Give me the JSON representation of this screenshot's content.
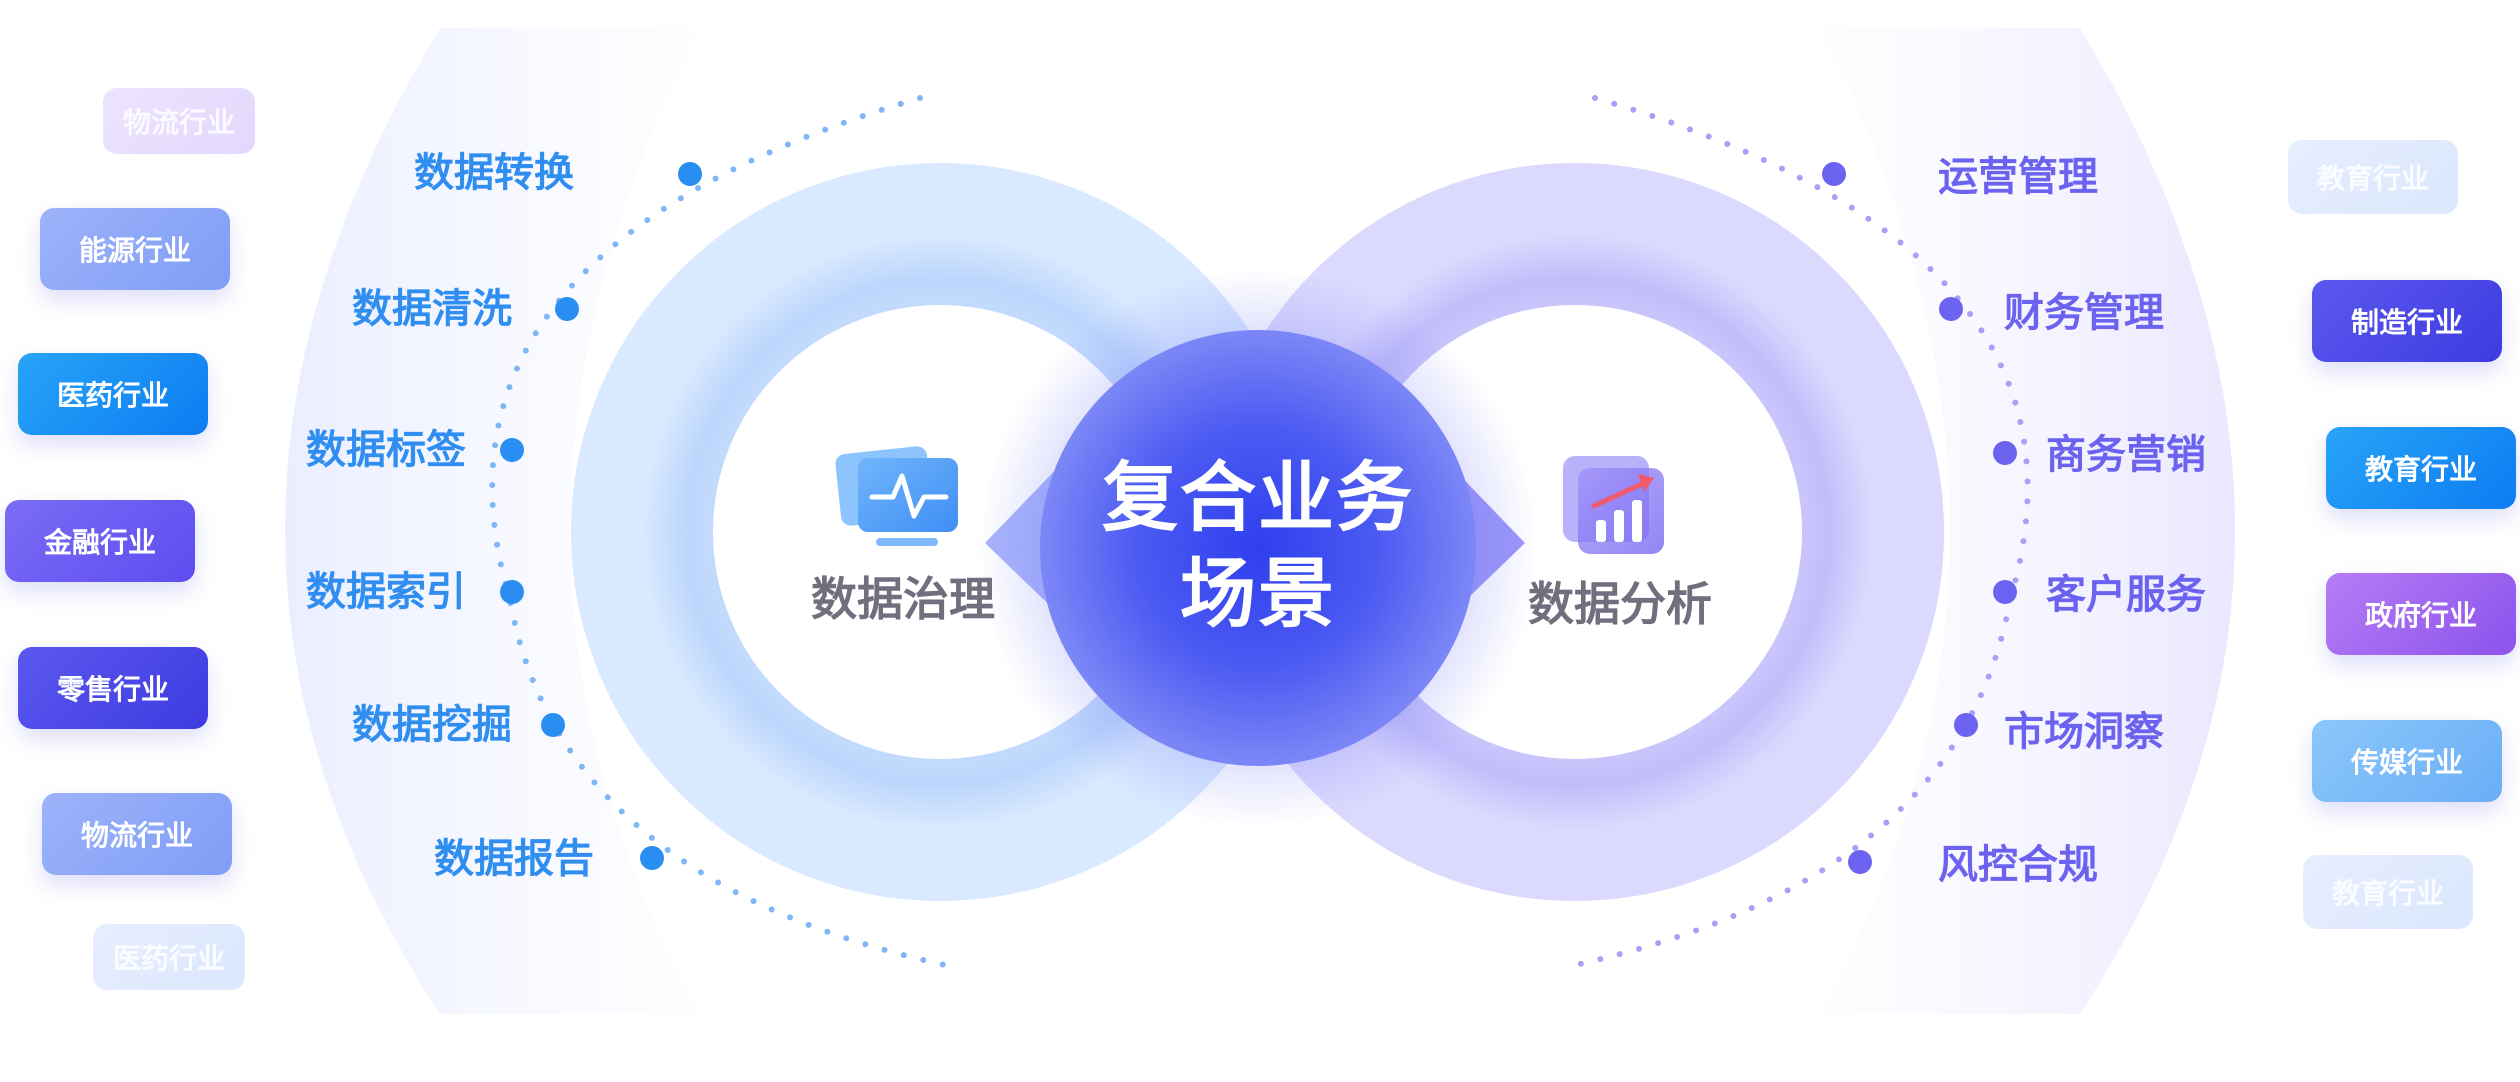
{
  "center": {
    "line1": "复合业务",
    "line2": "场景"
  },
  "left_ring": {
    "title": "数据治理",
    "icon": "monitor-pulse-icon"
  },
  "right_ring": {
    "title": "数据分析",
    "icon": "growth-chart-icon"
  },
  "left_items": [
    "数据转换",
    "数据清洗",
    "数据标签",
    "数据索引",
    "数据挖掘",
    "数据报告"
  ],
  "right_items": [
    "运营管理",
    "财务管理",
    "商务营销",
    "客户服务",
    "市场洞察",
    "风控合规"
  ],
  "left_tags": [
    "物流行业",
    "能源行业",
    "医药行业",
    "金融行业",
    "零售行业",
    "物流行业",
    "医药行业"
  ],
  "right_tags": [
    "教育行业",
    "制造行业",
    "教育行业",
    "政府行业",
    "传媒行业",
    "教育行业"
  ],
  "colors": {
    "left_accent": "#2f8ef0",
    "right_accent": "#6b63ef",
    "center_core": "#4c54f2",
    "dot_blue": "#2a8df2",
    "dot_violet": "#6c63f0"
  }
}
